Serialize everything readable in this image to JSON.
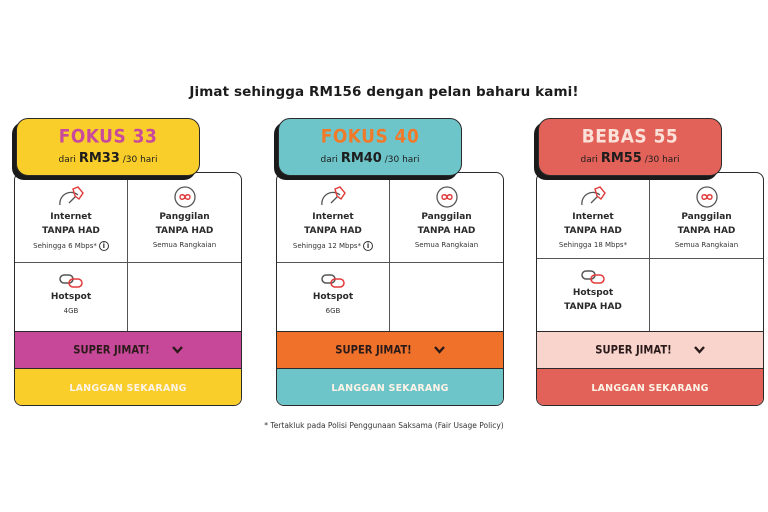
{
  "headline": "Jimat sehingga RM156 dengan pelan baharu kami!",
  "plans": [
    {
      "name": "FOKUS 33",
      "price_prefix": "dari",
      "price": "RM33",
      "period": "/30 hari",
      "colors": {
        "tab": "#f9cd2a",
        "name": "#c94a9c",
        "super_bar": "#c74898",
        "cta": "#f9cd2a"
      },
      "features": {
        "internet": {
          "title": "Internet",
          "subtitle": "TANPA HAD",
          "detail": "Sehingga 6 Mbps*",
          "info_icon": "i"
        },
        "calls": {
          "title": "Panggilan",
          "subtitle": "TANPA HAD",
          "detail": "Semua Rangkaian"
        },
        "hotspot": {
          "title": "Hotspot",
          "detail": "4GB"
        }
      },
      "super_label": "SUPER JIMAT!",
      "cta_label": "LANGGAN SEKARANG"
    },
    {
      "name": "FOKUS 40",
      "price_prefix": "dari",
      "price": "RM40",
      "period": "/30 hari",
      "colors": {
        "tab": "#6ec5c9",
        "name": "#f07a2a",
        "super_bar": "#f0712a",
        "cta": "#6ec5c9"
      },
      "features": {
        "internet": {
          "title": "Internet",
          "subtitle": "TANPA HAD",
          "detail": "Sehingga 12 Mbps*",
          "info_icon": "i"
        },
        "calls": {
          "title": "Panggilan",
          "subtitle": "TANPA HAD",
          "detail": "Semua Rangkaian"
        },
        "hotspot": {
          "title": "Hotspot",
          "detail": "6GB"
        }
      },
      "super_label": "SUPER JIMAT!",
      "cta_label": "LANGGAN SEKARANG"
    },
    {
      "name": "BEBAS 55",
      "price_prefix": "dari",
      "price": "RM55",
      "period": "/30 hari",
      "colors": {
        "tab": "#e2625a",
        "name": "#fbe1d8",
        "super_bar": "#f8d4cc",
        "cta": "#e2625a"
      },
      "features": {
        "internet": {
          "title": "Internet",
          "subtitle": "TANPA HAD",
          "detail": "Sehingga 18 Mbps*"
        },
        "calls": {
          "title": "Panggilan",
          "subtitle": "TANPA HAD",
          "detail": "Semua Rangkaian"
        },
        "hotspot": {
          "title": "Hotspot",
          "subtitle": "TANPA HAD"
        }
      },
      "super_label": "SUPER JIMAT!",
      "cta_label": "LANGGAN SEKARANG"
    }
  ],
  "icons": {
    "internet": "speedometer-icon",
    "calls": "headset-infinity-icon",
    "hotspot": "link-icon",
    "expand": "chevron-down-icon",
    "info": "info-icon"
  },
  "footnote": "* Tertakluk pada Polisi Penggunaan Saksama (Fair Usage Policy)"
}
